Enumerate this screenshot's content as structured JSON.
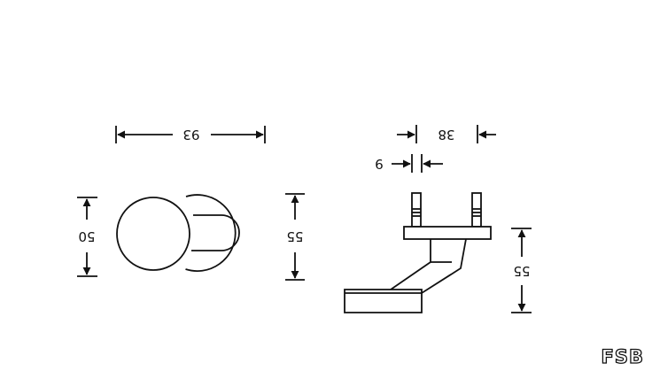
{
  "dimensions": {
    "front_width": "93",
    "rosette_height": "50",
    "knob_height": "55",
    "side_offset": "38",
    "pin_width": "9",
    "side_height": "55"
  },
  "logo": {
    "text": "FSB"
  },
  "colors": {
    "line": "#111111",
    "background": "#ffffff"
  }
}
